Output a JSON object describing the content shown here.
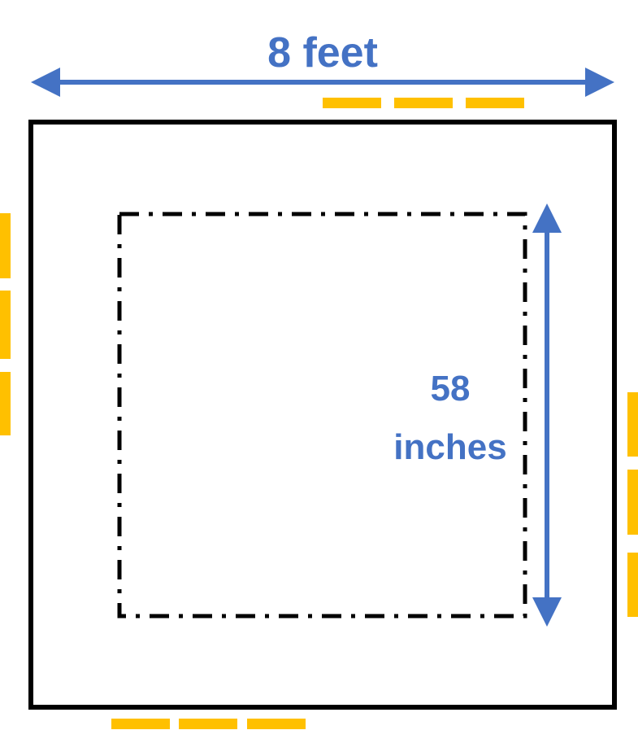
{
  "colors": {
    "dimension": "#4472C4",
    "outline": "#000000",
    "dash_marks": "#FFC000",
    "background": "#FFFFFF"
  },
  "labels": {
    "width": "8 feet",
    "height_number": "58",
    "height_unit": "inches"
  }
}
